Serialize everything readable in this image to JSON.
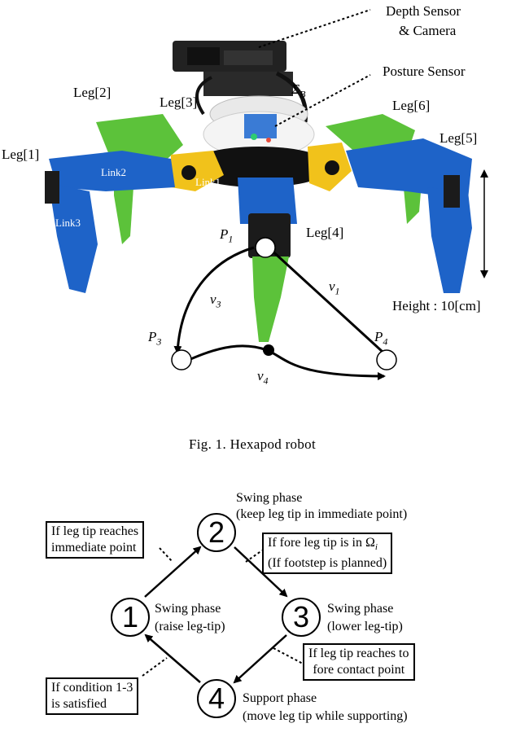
{
  "photo_labels": {
    "depth_sensor": "Depth Sensor",
    "camera": "& Camera",
    "posture_sensor": "Posture Sensor",
    "sigma_b": "Σ",
    "sigma_b_sub": "B",
    "leg1": "Leg[1]",
    "leg2": "Leg[2]",
    "leg3": "Leg[3]",
    "leg4": "Leg[4]",
    "leg5": "Leg[5]",
    "leg6": "Leg[6]",
    "link1": "Link1",
    "link2": "Link2",
    "link3": "Link3",
    "height": "Height : 10[cm]",
    "p1": "P",
    "p1_sub": "1",
    "p3": "P",
    "p3_sub": "3",
    "p4": "P",
    "p4_sub": "4",
    "v1": "v",
    "v1_sub": "1",
    "v3": "v",
    "v3_sub": "3",
    "v4": "v",
    "v4_sub": "4"
  },
  "caption1": "Fig. 1.   Hexapod robot",
  "state_machine": {
    "states": {
      "s1": "1",
      "s2": "2",
      "s3": "3",
      "s4": "4"
    },
    "phases": {
      "p2_line1": "Swing phase",
      "p2_line2": "(keep leg tip in immediate point)",
      "p1_line1": "Swing phase",
      "p1_line2": "(raise leg-tip)",
      "p3_line1": "Swing phase",
      "p3_line2": "(lower leg-tip)",
      "p4_line1": "Support phase",
      "p4_line2": "(move leg tip while supporting)"
    },
    "conditions": {
      "c12_line1": "If leg tip reaches",
      "c12_line2": "immediate point",
      "c23_line1": "If fore leg tip is in Ω",
      "c23_sub": "i",
      "c23_line2": "(If footstep is planned)",
      "c34_line1": "If leg tip reaches to",
      "c34_line2": "fore contact point",
      "c41_line1": "If condition 1-3",
      "c41_line2": "is satisfied"
    }
  },
  "colors": {
    "blue": "#1e63c8",
    "green": "#5cc23a",
    "yellow": "#f1c21b",
    "black_part": "#1b1b1b"
  }
}
